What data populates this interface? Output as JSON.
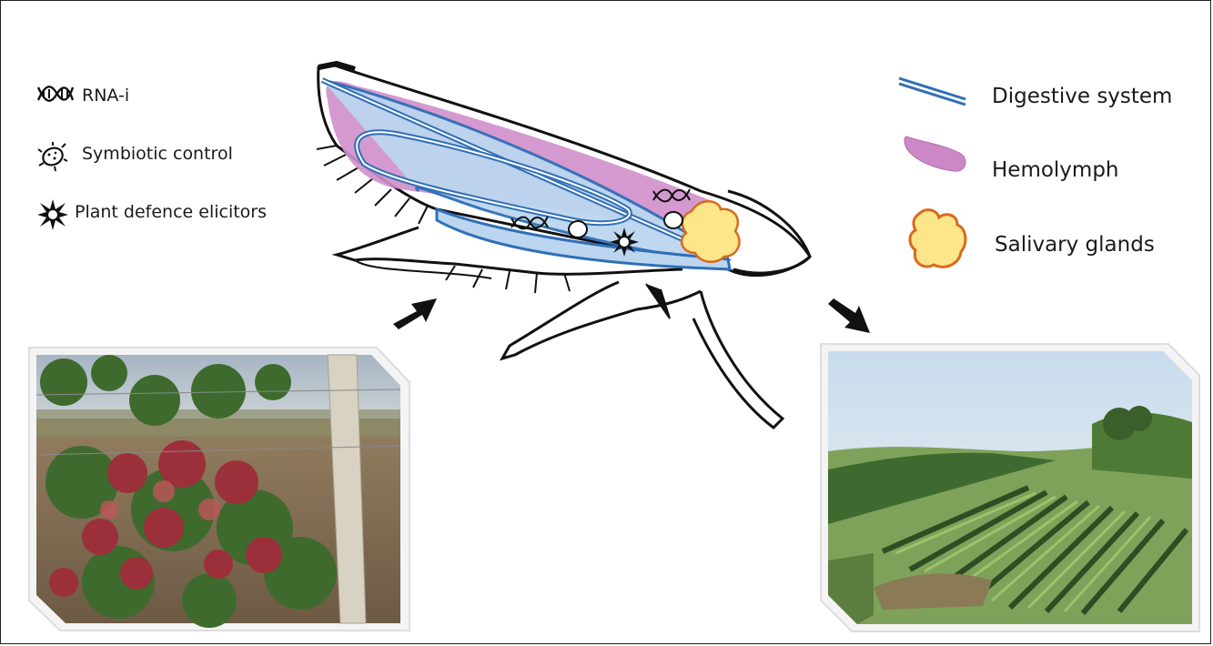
{
  "legend_left": {
    "rnai": {
      "label": "RNA-i",
      "icon": "dna-icon"
    },
    "symbiotic": {
      "label": "Symbiotic control",
      "icon": "bacterium-icon"
    },
    "elicitors": {
      "label": "Plant defence elicitors",
      "icon": "starburst-icon"
    }
  },
  "legend_right": {
    "digestive": {
      "label": "Digestive system",
      "icon": "double-line-icon",
      "color": "#2f6fb7"
    },
    "hemolymph": {
      "label": "Hemolymph",
      "icon": "pink-blob-icon",
      "color": "#cc88c6"
    },
    "salivary": {
      "label": "Salivary glands",
      "icon": "yellow-blob-icon",
      "color": "#fde58a"
    }
  },
  "colors": {
    "hemolymph_fill": "#cf8fcb",
    "gut_fill": "#bcd6ef",
    "gut_stroke": "#2f6fb7",
    "salivary_fill": "#fde58a",
    "salivary_stroke": "#d86a1e"
  },
  "photos": {
    "left": "grapevine-red-leaves-photo",
    "right": "vineyard-hillside-photo"
  }
}
